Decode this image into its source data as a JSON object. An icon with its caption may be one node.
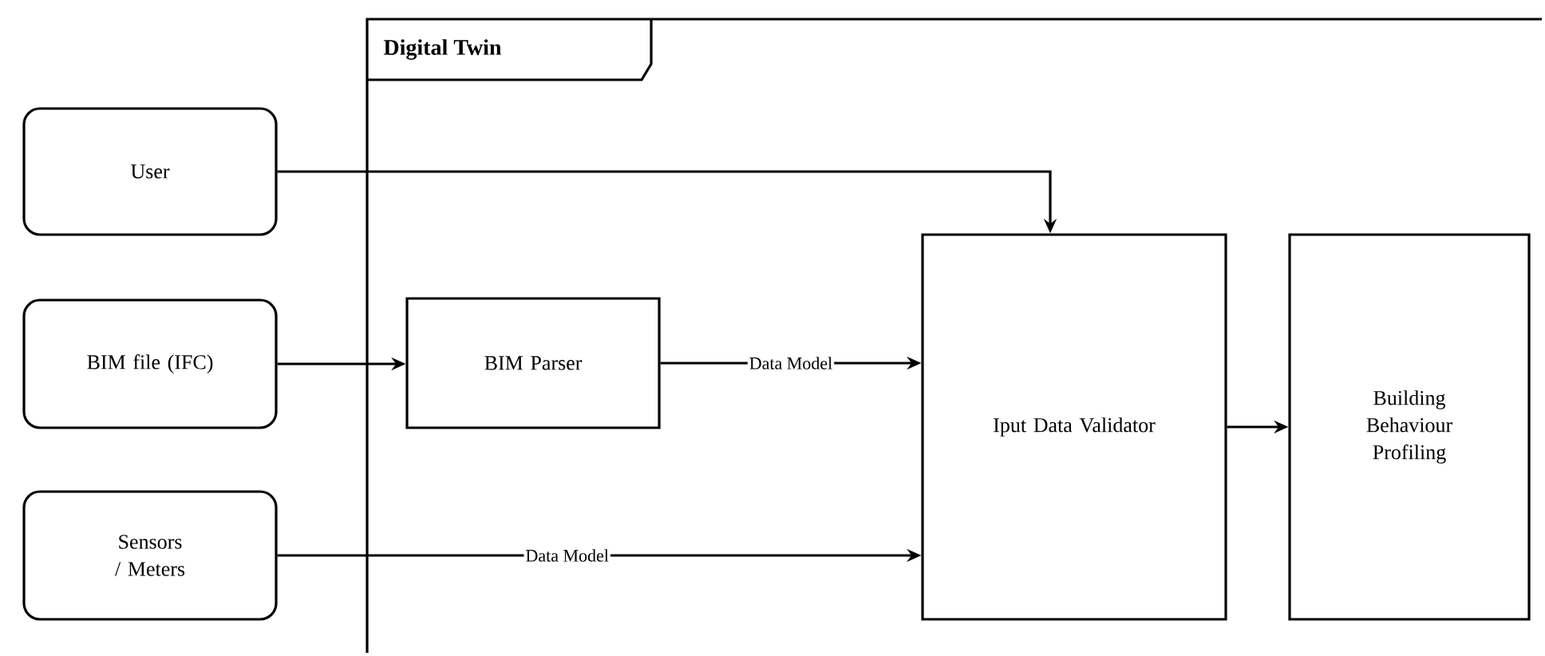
{
  "diagram": {
    "nodes": [
      {
        "text": [
          "Digital Twin"
        ]
      },
      {
        "text": [
          "User"
        ]
      },
      {
        "text": [
          "BIM file (IFC)"
        ]
      },
      {
        "text": [
          "Sensors / Meters"
        ]
      },
      {
        "text": [
          "BIM Parser"
        ],
        "in": 0
      },
      {
        "text": [
          "Iput Data Validator"
        ],
        "in": 0
      },
      {
        "text": [
          "Building Behaviour Profiling"
        ],
        "in": 0
      }
    ],
    "edges": [
      {
        "from": 1,
        "to": 5,
        "arrow": "to"
      },
      {
        "from": 2,
        "to": 4,
        "arrow": "to"
      },
      {
        "from": 4,
        "to": 5,
        "arrow": "to",
        "label": "Data Model"
      },
      {
        "from": 3,
        "to": 5,
        "arrow": "to",
        "label": "Data Model"
      },
      {
        "from": 5,
        "to": 6,
        "arrow": "to"
      }
    ]
  }
}
